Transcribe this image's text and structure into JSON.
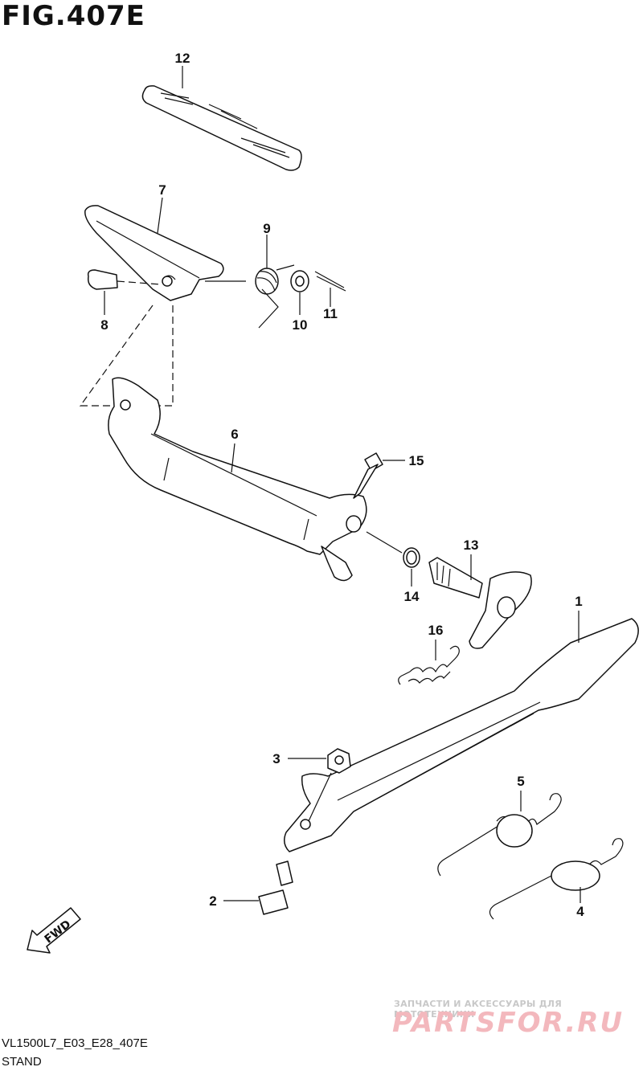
{
  "figure": {
    "title": "FIG.407E",
    "code": "VL1500L7_E03_E28_407E",
    "caption": "STAND"
  },
  "callouts": {
    "c1": "1",
    "c2": "2",
    "c3": "3",
    "c4": "4",
    "c5": "5",
    "c6": "6",
    "c7": "7",
    "c8": "8",
    "c9": "9",
    "c10": "10",
    "c11": "11",
    "c12": "12",
    "c13": "13",
    "c14": "14",
    "c15": "15",
    "c16": "16"
  },
  "fwd_label": "FWD",
  "watermark": {
    "line1": "ЗАПЧАСТИ И АКСЕССУАРЫ ДЛЯ МОТОТЕХНИКИ",
    "line2": "PARTSFOR.RU"
  }
}
